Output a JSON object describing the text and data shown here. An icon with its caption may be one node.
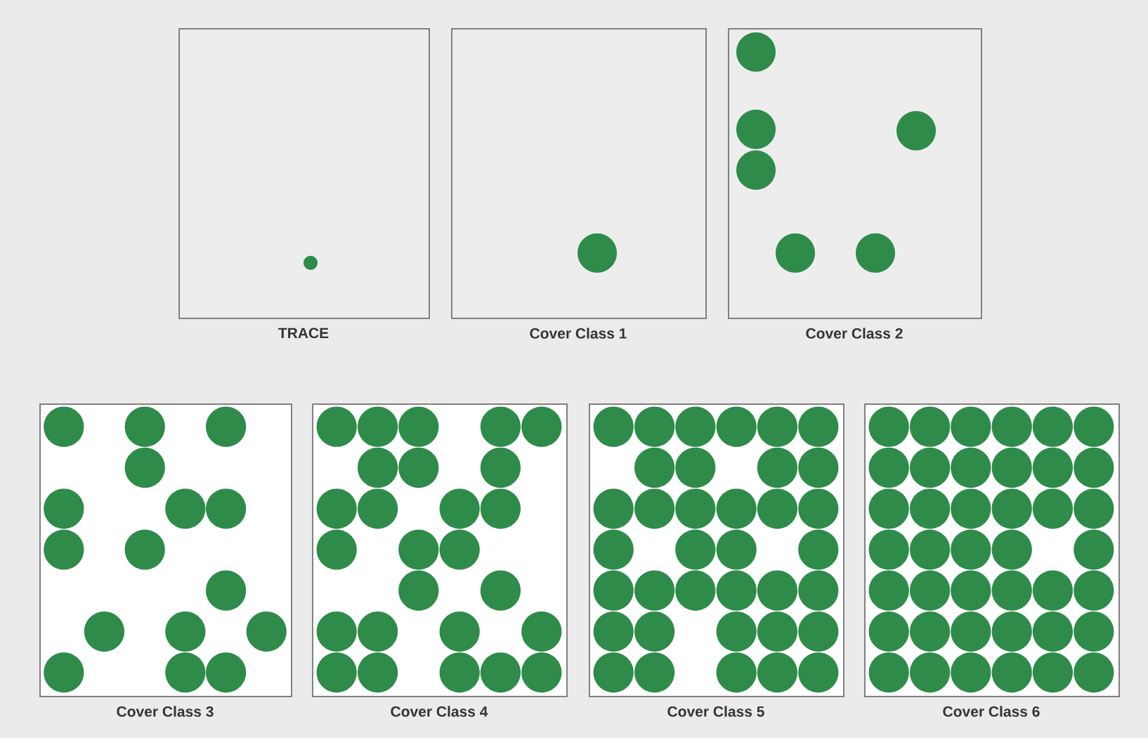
{
  "diagram": {
    "nodes": [
      {
        "text": [
          "TRACE"
        ]
      },
      {
        "text": [
          "Cover Class 1"
        ]
      },
      {
        "text": [
          "Cover Class 2"
        ]
      },
      {
        "text": [
          "Cover Class 3"
        ]
      },
      {
        "text": [
          "Cover Class 4"
        ]
      },
      {
        "text": [
          "Cover Class 5"
        ]
      },
      {
        "text": [
          "Cover Class 6"
        ]
      }
    ]
  }
}
